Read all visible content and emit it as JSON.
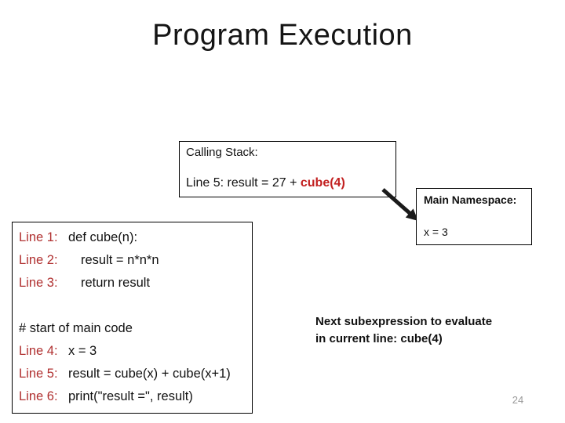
{
  "slide": {
    "title": "Program Execution",
    "page_number": "24"
  },
  "calling_stack": {
    "heading": "Calling Stack:",
    "frame_line_prefix": "Line 5: result = 27 + ",
    "frame_line_highlight": "cube(4)"
  },
  "main_namespace": {
    "heading": "Main Namespace:",
    "binding": "x = 3"
  },
  "code_box": {
    "rows": [
      {
        "label": "Line 1:",
        "code": "def cube(n):"
      },
      {
        "label": "Line 2:",
        "code": "result = n*n*n"
      },
      {
        "label": "Line 3:",
        "code": "return result"
      },
      {
        "label": "",
        "code": ""
      },
      {
        "label": "",
        "code": "# start of main code"
      },
      {
        "label": "Line 4:",
        "code": "x = 3"
      },
      {
        "label": "Line 5:",
        "code": "result = cube(x) + cube(x+1)"
      },
      {
        "label": "Line 6:",
        "code": "print(\"result =\", result)"
      }
    ]
  },
  "annotation": {
    "line1": "Next subexpression to evaluate",
    "line2": "in current line: cube(4)"
  },
  "colors": {
    "line_label_red": "#b03030",
    "highlight_red": "#c22020",
    "arrow_black": "#1a1a1a",
    "page_number_gray": "#9a9a9a"
  }
}
